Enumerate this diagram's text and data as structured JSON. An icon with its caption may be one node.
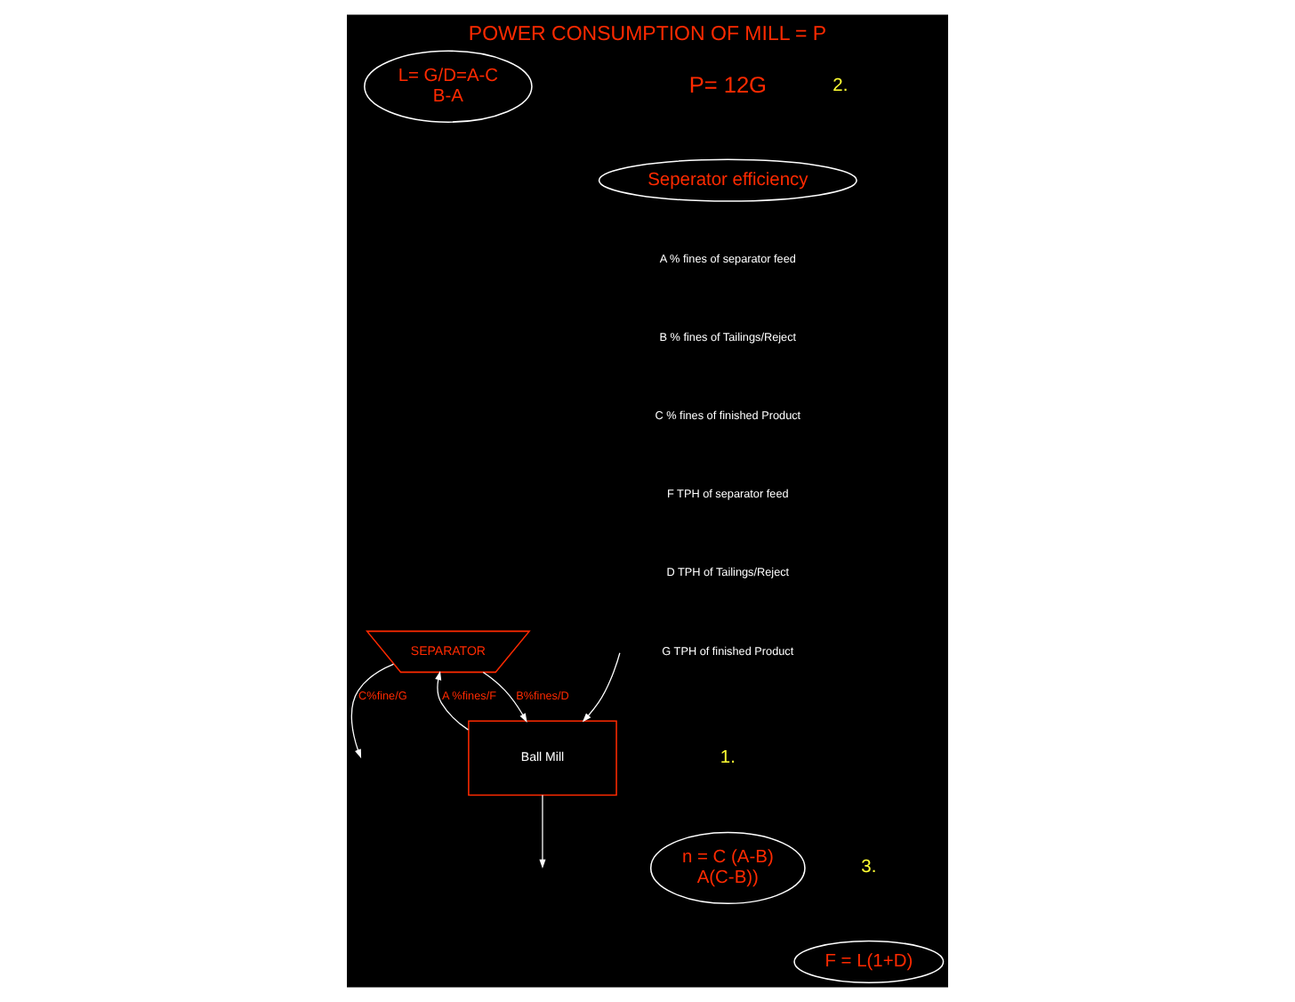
{
  "diagram": {
    "title": "POWER CONSUMPTION OF MILL = P",
    "nodes": [
      {
        "text": [
          "L= G/D=A-C",
          "B-A"
        ]
      },
      {
        "text": [
          "Seperator efficiency"
        ]
      },
      {
        "text": [
          "SEPARATOR"
        ]
      },
      {
        "text": [
          "Ball Mill"
        ]
      },
      {
        "text": [
          "n = C (A-B)",
          "A(C-B))"
        ]
      },
      {
        "text": [
          "F = L(1+D)"
        ]
      }
    ],
    "edges": [
      {
        "from": 2,
        "to": 3,
        "arrow": "to",
        "label": "B%fines/D"
      },
      {
        "from": null,
        "to": 3,
        "arrow": "to"
      },
      {
        "from": 3,
        "to": 2,
        "arrow": "to",
        "label": "A %fines/F"
      },
      {
        "from": 3,
        "to": null,
        "arrow": "to"
      },
      {
        "from": 2,
        "to": null,
        "arrow": "to",
        "label": "C%fine/G"
      }
    ],
    "labels": [
      "P= 12G",
      "2.",
      "A % fines of separator feed",
      "B % fines of Tailings/Reject",
      "C % fines of finished Product",
      "F TPH of separator feed",
      "D TPH of Tailings/Reject",
      "G TPH of finished Product",
      "1.",
      "3."
    ]
  }
}
